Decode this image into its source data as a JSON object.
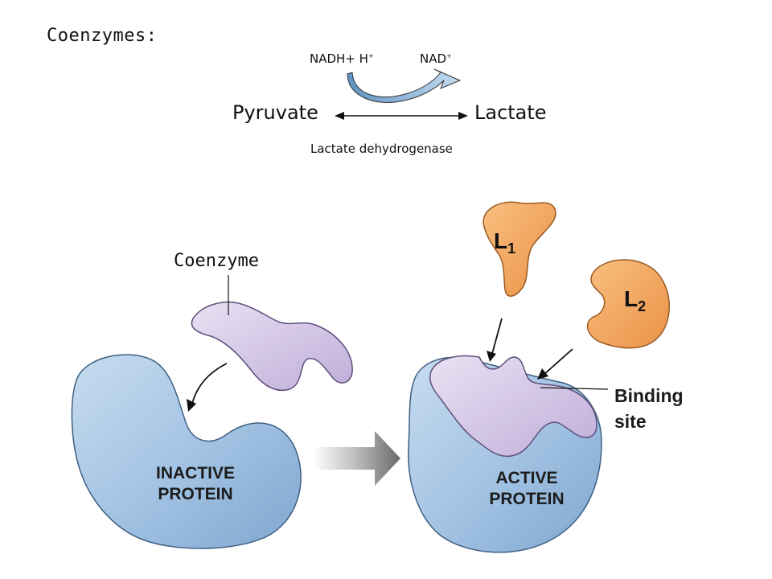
{
  "heading": "Coenzymes:",
  "reaction": {
    "cofactor_in": "NADH+ H",
    "cofactor_in_sup": "+",
    "cofactor_out": "NAD",
    "cofactor_out_sup": "+",
    "substrate": "Pyruvate",
    "product": "Lactate",
    "enzyme": "Lactate dehydrogenase"
  },
  "illustration": {
    "coenzyme_label": "Coenzyme",
    "inactive_line1": "INACTIVE",
    "inactive_line2": "PROTEIN",
    "active_line1": "ACTIVE",
    "active_line2": "PROTEIN",
    "binding_line1": "Binding",
    "binding_line2": "site",
    "ligand1": "L",
    "ligand1_sub": "1",
    "ligand2": "L",
    "ligand2_sub": "2"
  },
  "colors": {
    "protein_blue": "#a9c8e6",
    "coenzyme_lavender": "#d7cbe8",
    "ligand_orange": "#f4a860",
    "cofactor_arrow": "#8fb8dd"
  }
}
